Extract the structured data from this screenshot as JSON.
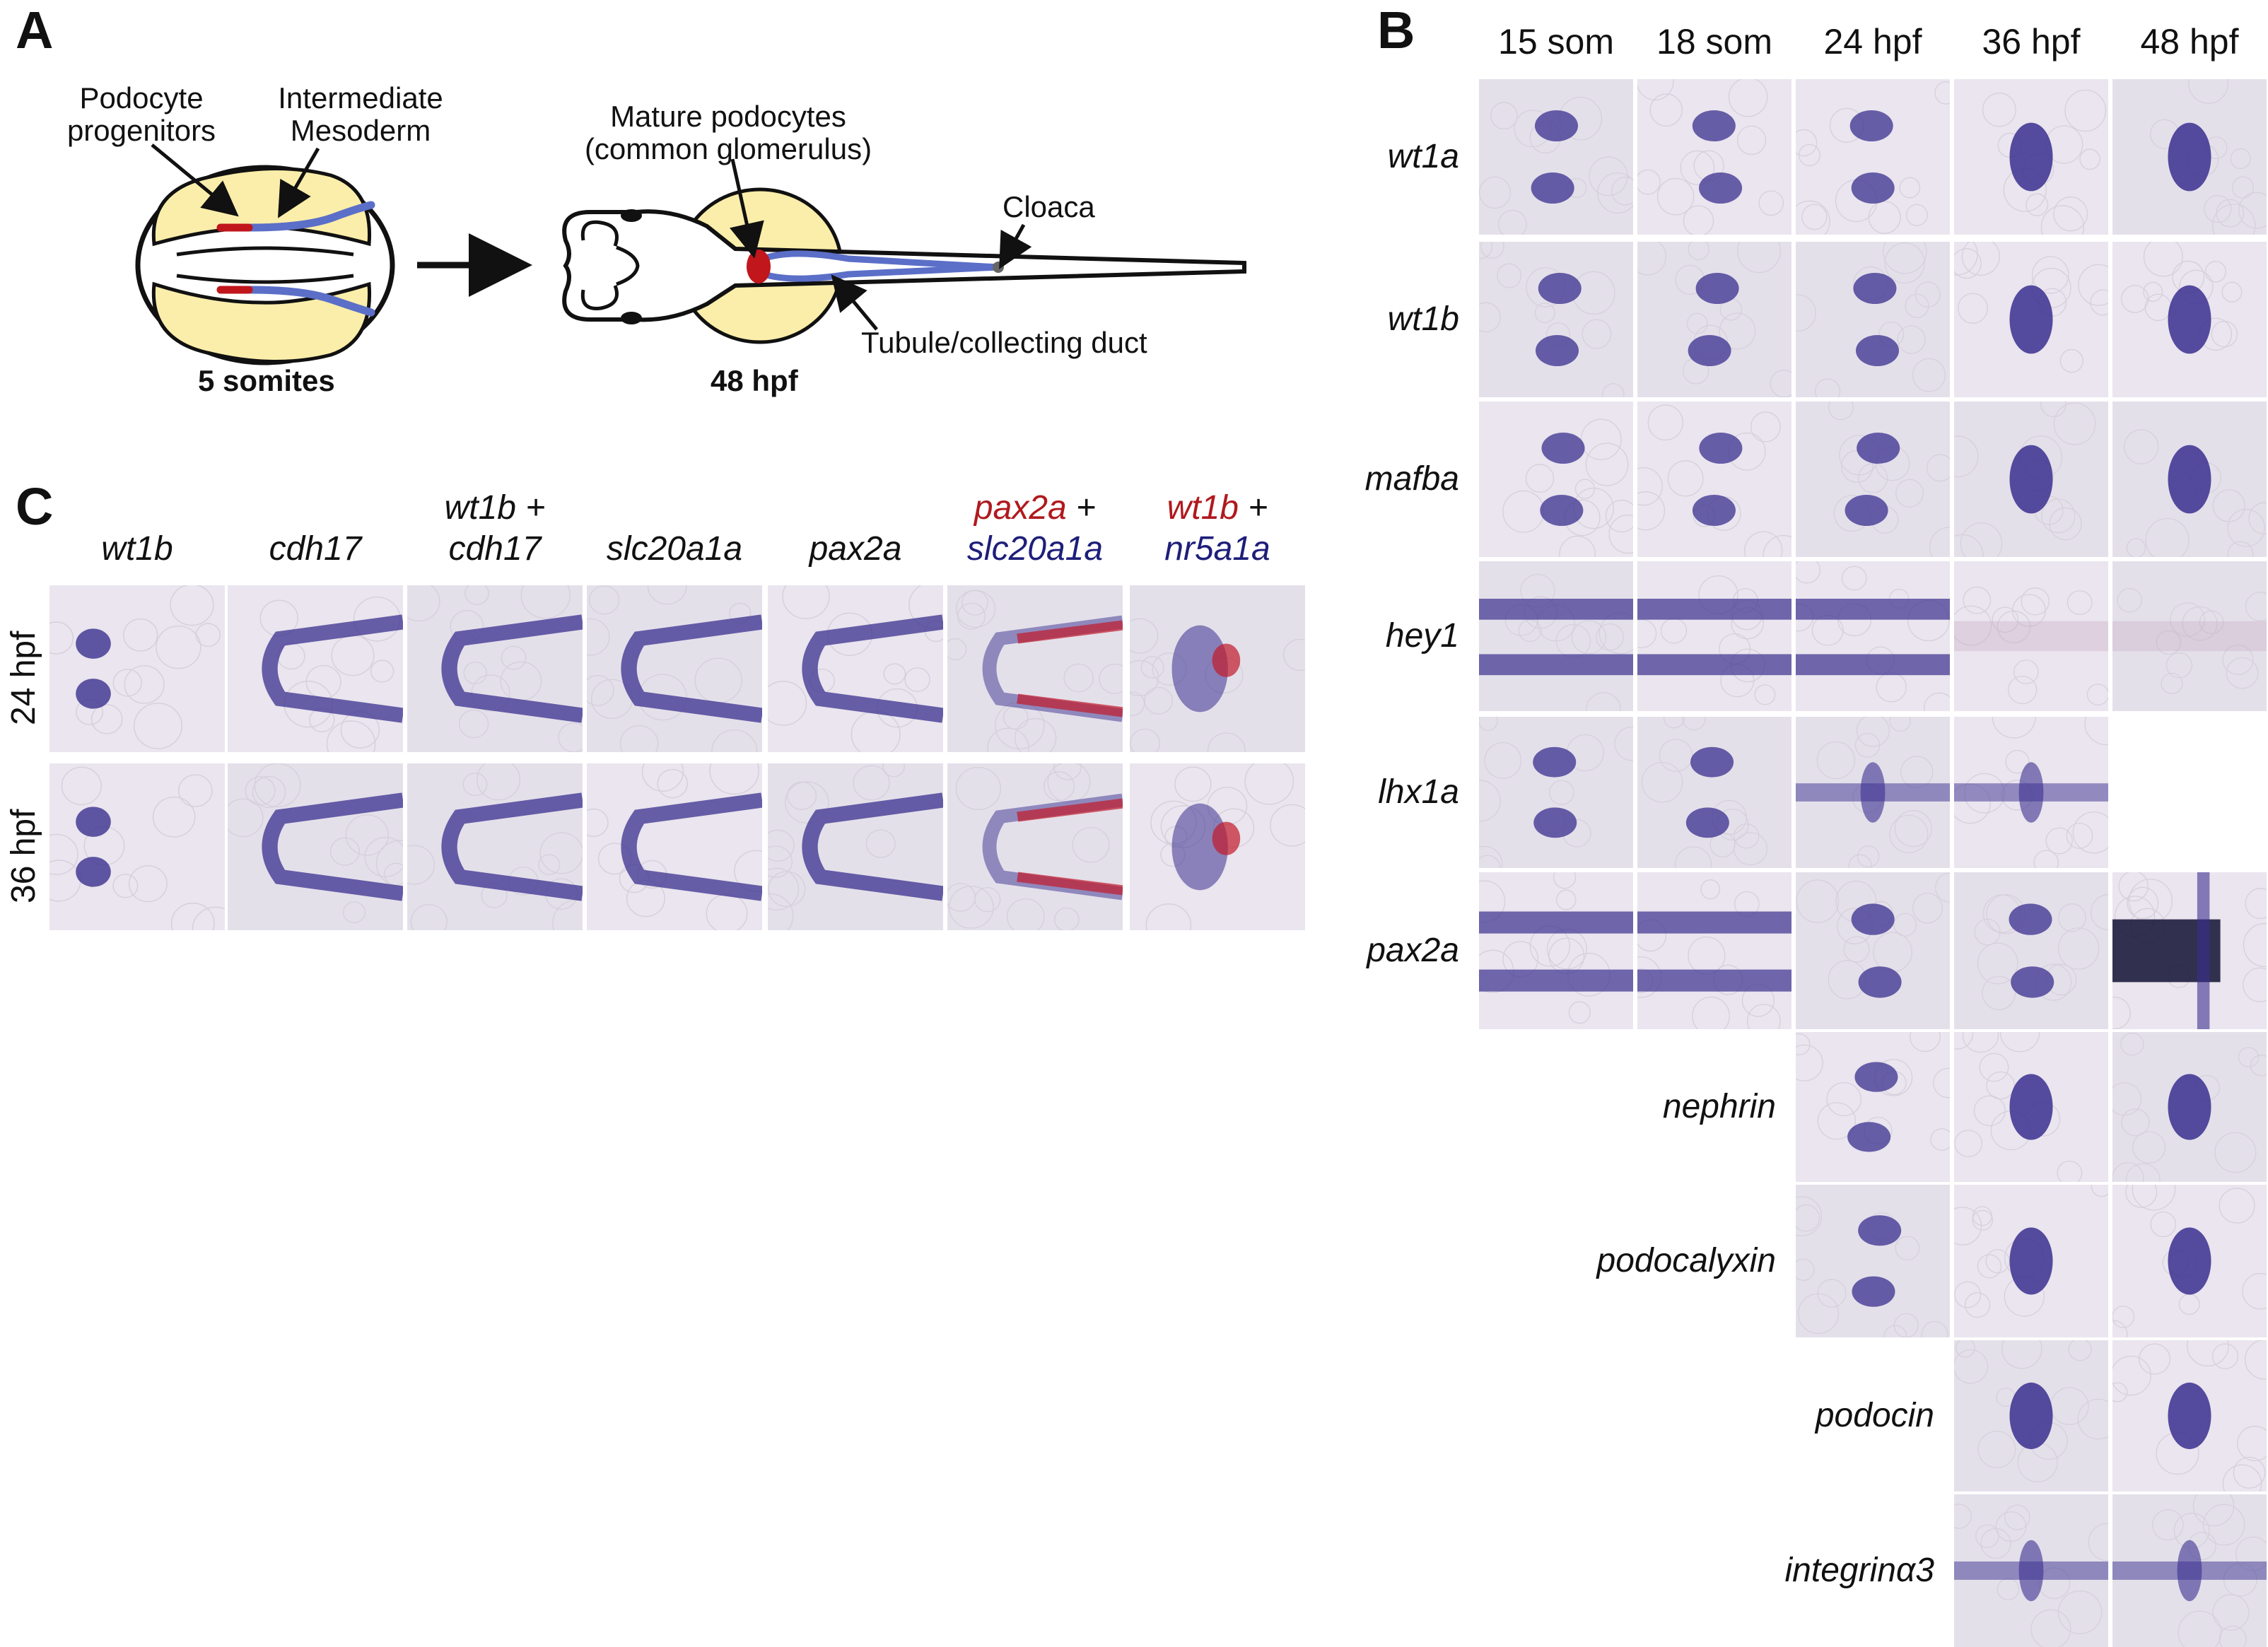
{
  "panel_a": {
    "letter": "A",
    "podocyte_progenitors": [
      "Podocyte",
      "progenitors"
    ],
    "intermediate_mesoderm": [
      "Intermediate",
      "Mesoderm"
    ],
    "stage_left": "5 somites",
    "mature_podocytes": [
      "Mature podocytes",
      "(common glomerulus)"
    ],
    "cloaca": "Cloaca",
    "tubule": "Tubule/collecting duct",
    "stage_right": "48 hpf",
    "colors": {
      "yolk": "#fbeeaa",
      "podocyte": "#c0161c",
      "mesoderm": "#5b6fc8"
    }
  },
  "panel_b": {
    "letter": "B",
    "columns": [
      "15 som",
      "18 som",
      "24 hpf",
      "36 hpf",
      "48 hpf"
    ],
    "genes": [
      "wt1a",
      "wt1b",
      "mafba",
      "hey1",
      "lhx1a",
      "pax2a",
      "nephrin",
      "podocalyxin",
      "podocin",
      "integrinα3"
    ]
  },
  "panel_c": {
    "letter": "C",
    "columns": [
      {
        "a": "wt1b"
      },
      {
        "a": "cdh17"
      },
      {
        "a": "wt1b +",
        "b": "cdh17"
      },
      {
        "a": "slc20a1a"
      },
      {
        "a": "pax2a"
      },
      {
        "a": "pax2a",
        "plus": " +",
        "b": "slc20a1a",
        "a_color": "red",
        "b_color": "navy"
      },
      {
        "a": "wt1b",
        "plus": " +",
        "b": "nr5a1a",
        "a_color": "red",
        "b_color": "navy"
      }
    ],
    "rows": [
      "24 hpf",
      "36 hpf"
    ]
  }
}
